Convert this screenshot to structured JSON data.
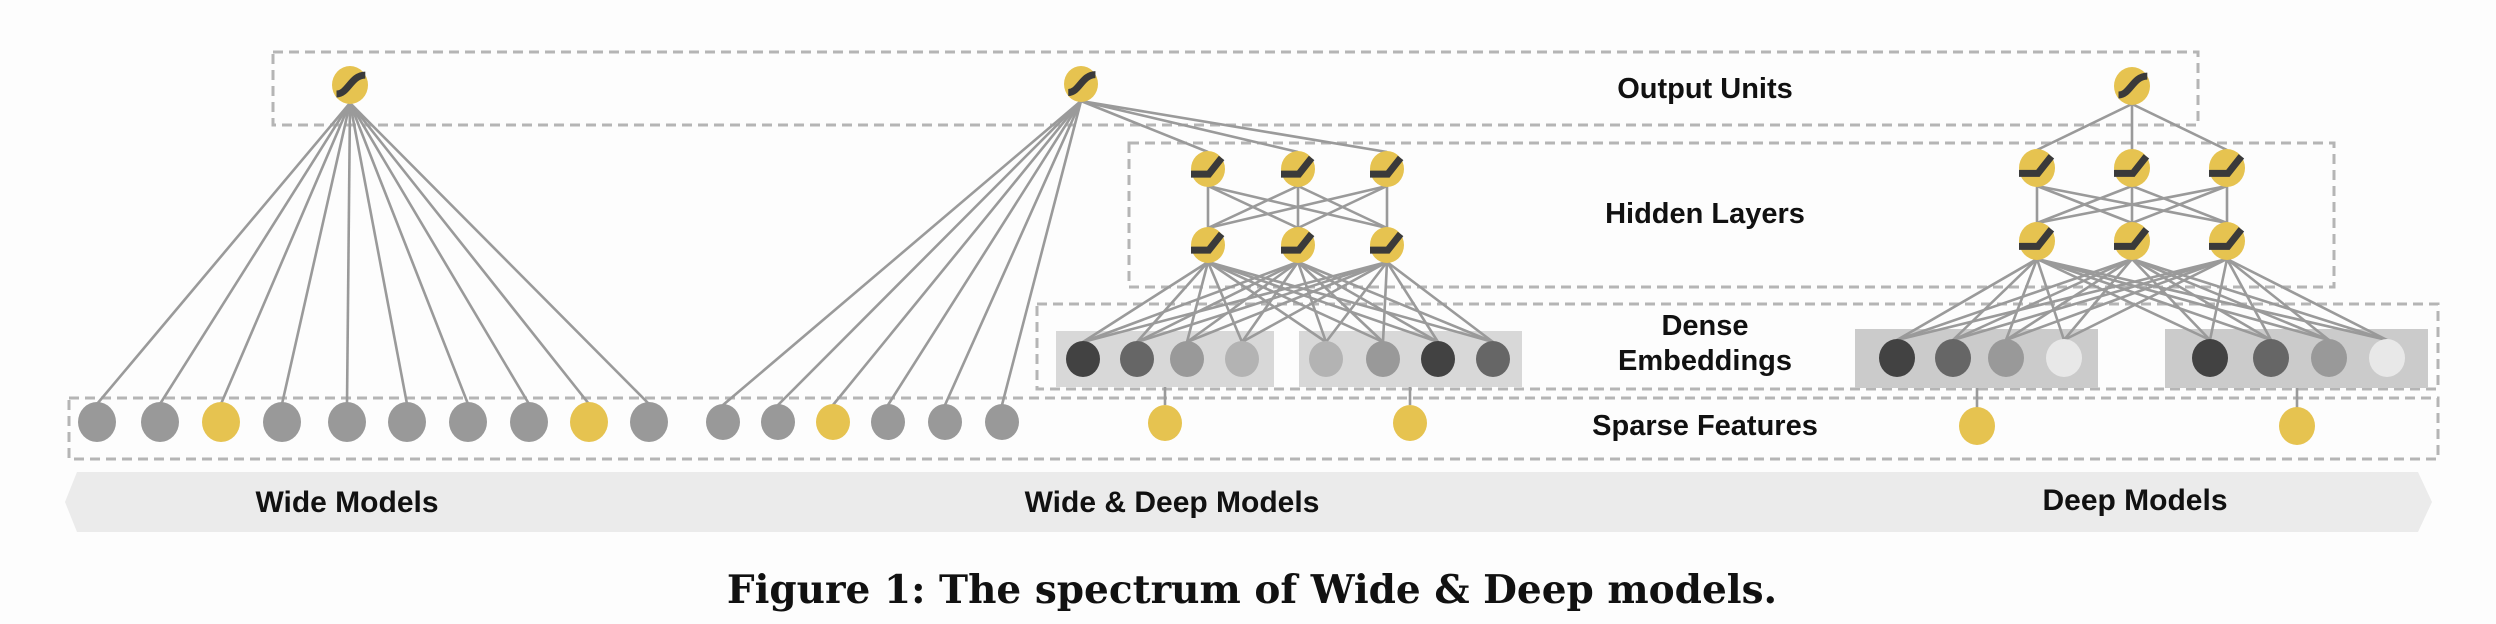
{
  "figure": {
    "caption": "Figure 1: The spectrum of Wide & Deep models.",
    "layer_labels": {
      "output": "Output Units",
      "hidden": "Hidden Layers",
      "dense_line1": "Dense",
      "dense_line2": "Embeddings",
      "sparse": "Sparse Features"
    },
    "spectrum": {
      "wide": "Wide Models",
      "wide_deep": "Wide & Deep Models",
      "deep": "Deep Models"
    },
    "colors": {
      "unit": "#e6c350",
      "sparse_gray": "#999999",
      "edge": "#9a9a9a",
      "dash": "#b5b5b5",
      "band": "#ebebeb",
      "glyph": "#3a3a3a",
      "emb_box_wide_deep": "#d8d8d8",
      "emb_box_deep": "#cbcbcb"
    },
    "models": {
      "wide": {
        "output_activation": "sigmoid",
        "sparse_features": [
          "gray",
          "gray",
          "yellow",
          "gray",
          "gray",
          "gray",
          "gray",
          "gray",
          "yellow",
          "gray"
        ]
      },
      "wide_deep": {
        "output_activation": "sigmoid",
        "wide_features": [
          "gray",
          "gray",
          "yellow",
          "gray",
          "gray",
          "gray"
        ],
        "hidden_layers": [
          [
            "relu",
            "relu",
            "relu"
          ],
          [
            "relu",
            "relu",
            "relu"
          ]
        ],
        "embeddings": [
          [
            "#424242",
            "#666666",
            "#999999",
            "#b3b3b3"
          ],
          [
            "#b3b3b3",
            "#999999",
            "#424242",
            "#666666"
          ]
        ],
        "sparse_inputs": [
          "yellow",
          "yellow"
        ]
      },
      "deep": {
        "output_activation": "sigmoid",
        "hidden_layers": [
          [
            "relu",
            "relu",
            "relu"
          ],
          [
            "relu",
            "relu",
            "relu"
          ]
        ],
        "embeddings": [
          [
            "#424242",
            "#666666",
            "#999999",
            "#e8e8e8"
          ],
          [
            "#424242",
            "#666666",
            "#999999",
            "#e8e8e8"
          ]
        ],
        "sparse_inputs": [
          "yellow",
          "yellow"
        ]
      }
    }
  }
}
